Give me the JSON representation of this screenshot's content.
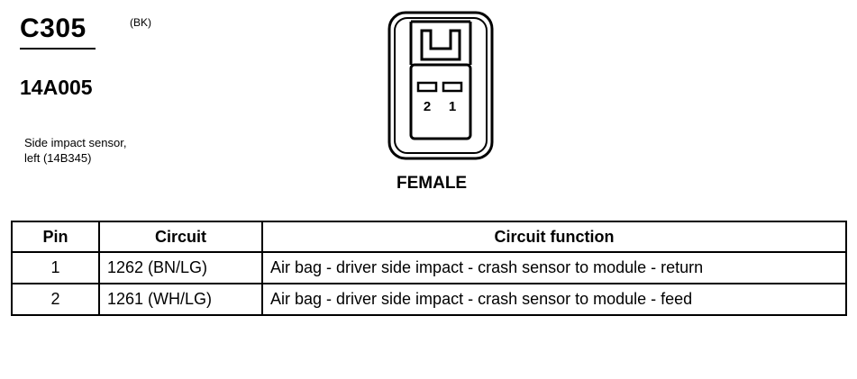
{
  "connector": {
    "id": "C305",
    "color_code": "(BK)",
    "part_number": "14A005",
    "description_line1": "Side impact sensor,",
    "description_line2": "left (14B345)",
    "gender": "FEMALE",
    "pin_label_2": "2",
    "pin_label_1": "1"
  },
  "table": {
    "headers": {
      "pin": "Pin",
      "circuit": "Circuit",
      "function": "Circuit function"
    },
    "rows": [
      {
        "pin": "1",
        "circuit": "1262 (BN/LG)",
        "function": "Air bag - driver side impact - crash sensor to module - return"
      },
      {
        "pin": "2",
        "circuit": "1261 (WH/LG)",
        "function": "Air bag - driver side impact - crash sensor to module - feed"
      }
    ]
  }
}
